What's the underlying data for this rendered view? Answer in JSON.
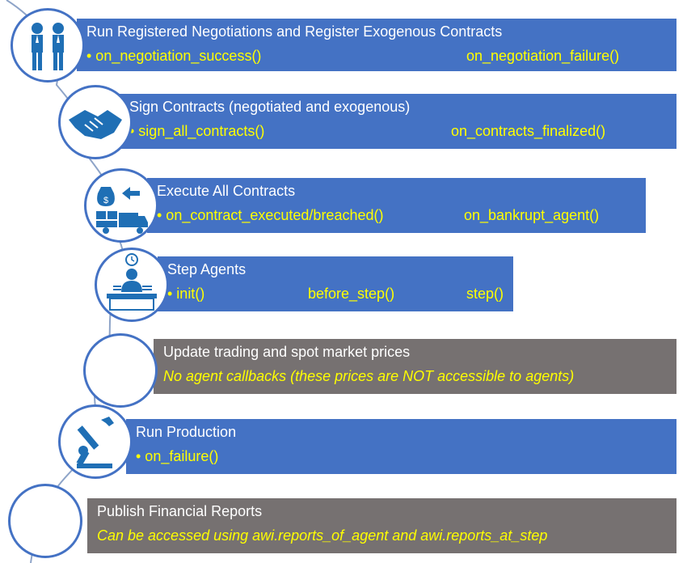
{
  "steps": [
    {
      "title": "Run Registered Negotiations and Register Exogenous Contracts",
      "callbacks": [
        "• on_negotiation_success()",
        "on_negotiation_failure()"
      ],
      "icon": "negotiators-icon"
    },
    {
      "title": "Sign Contracts (negotiated and exogenous)",
      "callbacks": [
        "• sign_all_contracts()",
        "on_contracts_finalized()"
      ],
      "icon": "handshake-icon"
    },
    {
      "title": "Execute All Contracts",
      "callbacks": [
        "• on_contract_executed/breached()",
        "on_bankrupt_agent()"
      ],
      "icon": "money-truck-icon"
    },
    {
      "title": "Step Agents",
      "callbacks": [
        "• init()",
        "before_step()",
        "step()"
      ],
      "icon": "clerk-desk-icon"
    },
    {
      "title": "Update trading and spot market prices",
      "note": "No agent callbacks (these prices are NOT accessible to agents)",
      "icon": "empty-circle"
    },
    {
      "title": "Run Production",
      "callbacks": [
        "• on_failure()"
      ],
      "icon": "robot-arm-icon"
    },
    {
      "title": "Publish Financial Reports",
      "note": "Can be accessed using awi.reports_of_agent and awi.reports_at_step",
      "icon": "empty-circle"
    }
  ],
  "colors": {
    "blue": "#4472c4",
    "gray": "#767171",
    "callback": "#ffff00",
    "icon": "#1f6fb5"
  }
}
